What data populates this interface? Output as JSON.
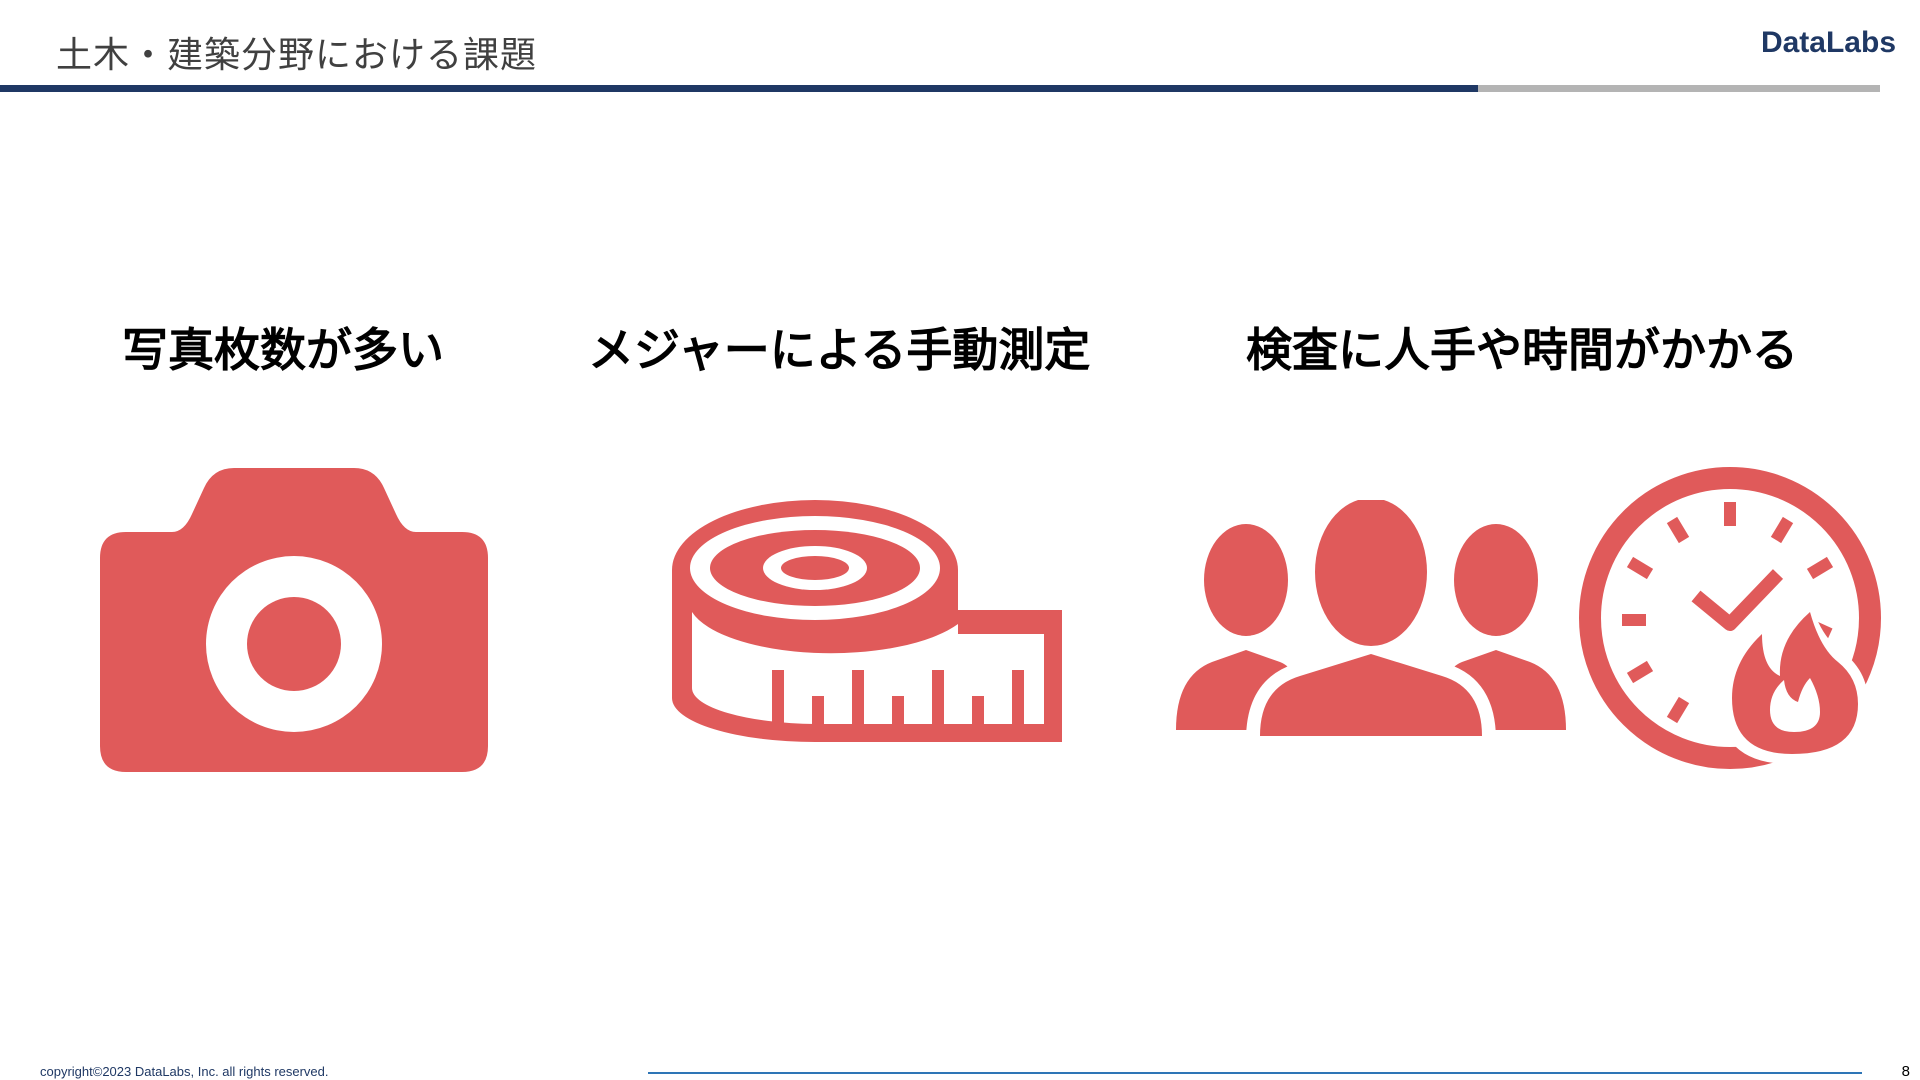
{
  "header": {
    "title": "土木・建築分野における課題",
    "brand": "DataLabs"
  },
  "columns": [
    {
      "heading": "写真枚数が多い",
      "icon": "camera-icon"
    },
    {
      "heading": "メジャーによる手動測定",
      "icon": "tape-measure-icon"
    },
    {
      "heading": "検査に人手や時間がかかる",
      "icons": [
        "people-icon",
        "clock-fire-icon"
      ]
    }
  ],
  "footer": {
    "copyright": "copyright©2023 DataLabs, Inc. all rights reserved.",
    "page_number": "8"
  },
  "colors": {
    "icon": "#e05a5a",
    "navy": "#1f3864",
    "accent_gray": "#b4b4b4",
    "footer_rule": "#2e75b6"
  }
}
